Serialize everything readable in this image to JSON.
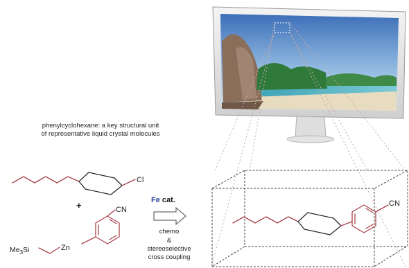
{
  "caption": {
    "line1": "phenylcyclohexane: a key structural unit",
    "line2": "of representative liquid crystal molecules"
  },
  "reagents": {
    "halide_atom": "Cl",
    "plus_sign": "+",
    "nitrile_group": "CN",
    "silyl_group": "Me3Si",
    "metal": "Zn"
  },
  "arrow": {
    "catalyst_metal": "Fe",
    "catalyst_label": "cat.",
    "line1": "chemo",
    "line2": "&",
    "line3": "stereoselective",
    "line4": "cross coupling"
  },
  "product": {
    "nitrile_group": "CN"
  },
  "colors": {
    "bond_red": "#a8434a",
    "bond_dark": "#2a2a2a",
    "catalyst_blue": "#2b3f9a",
    "box_dash": "#444444",
    "projection_line": "#c8a8a8"
  },
  "monitor": {
    "image_icon": "tropical-beach-photo"
  }
}
